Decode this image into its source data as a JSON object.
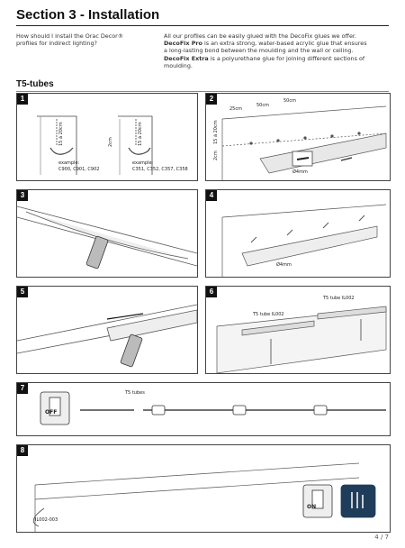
{
  "header": {
    "title": "Section 3 - Installation"
  },
  "question": {
    "line1": "How should I install the Orac Decor®",
    "line2": "profiles for indirect lighting?"
  },
  "intro": {
    "line1": "All our profiles can be easily glued with the DecoFix glues we offer.",
    "line2_bold": "DecoFix Pro",
    "line2_rest": " is an extra strong, water-based acrylic glue that ensures",
    "line3": "a long-lasting bond between the moulding and the wall or ceiling.",
    "line4_bold": "DecoFix Extra",
    "line4_rest": " is a polyurethane glue for joining different sections of",
    "line5": "moulding."
  },
  "section_heading": "T5-tubes",
  "panels": {
    "p1": {
      "number": "1",
      "dim_left": "15 à 20cm",
      "dim_right": "15 à 20cm",
      "example_left_label": "example:",
      "example_left_codes": "C900, C901, C902",
      "example_right_label": "example:",
      "example_right_codes": "C351, C352, C357, C358",
      "dim_2cm": "2cm"
    },
    "p2": {
      "number": "2",
      "dim_25": "25cm",
      "dim_50a": "50cm",
      "dim_50b": "50cm",
      "dim_15": "15 à 20cm",
      "dim_2cm": "2cm",
      "drill": "Ø4mm"
    },
    "p3": {
      "number": "3"
    },
    "p4": {
      "number": "4",
      "drill": "Ø4mm"
    },
    "p5": {
      "number": "5"
    },
    "p6": {
      "number": "6",
      "tube_a": "T5 tube IL002",
      "tube_b": "T5 tube IL002"
    },
    "p7": {
      "number": "7",
      "switch_label": "OFF",
      "tubes_label": "T5 tubes"
    },
    "p8": {
      "number": "8",
      "code": "IL002-003",
      "switch_label": "ON"
    }
  },
  "footer": {
    "page": "4 / 7"
  }
}
